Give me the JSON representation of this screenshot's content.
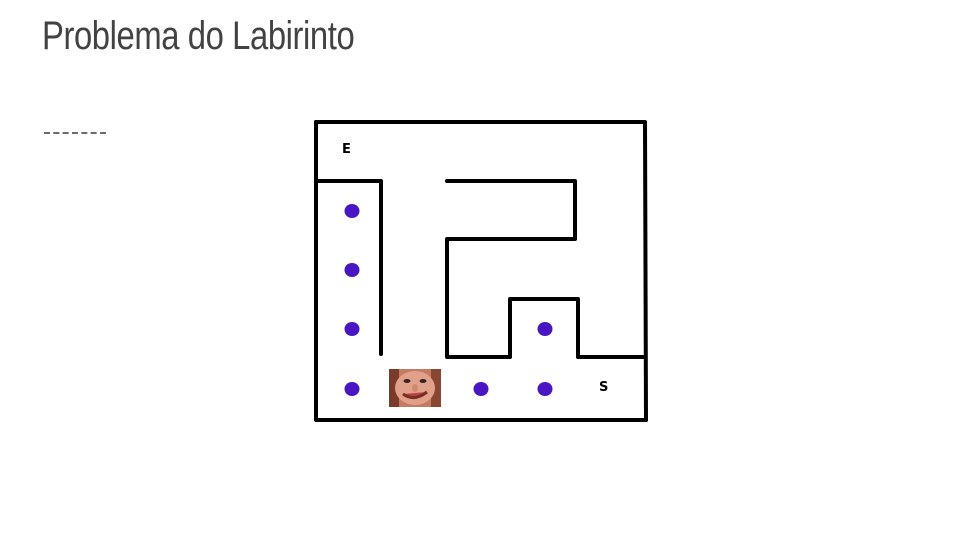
{
  "slide": {
    "title": "Problema do Labirinto"
  },
  "maze": {
    "entry_label": "E",
    "exit_label": "S",
    "wall_color": "#000000",
    "dot_color": "#4a16c4",
    "avatar_icon": "face-photo-icon"
  }
}
